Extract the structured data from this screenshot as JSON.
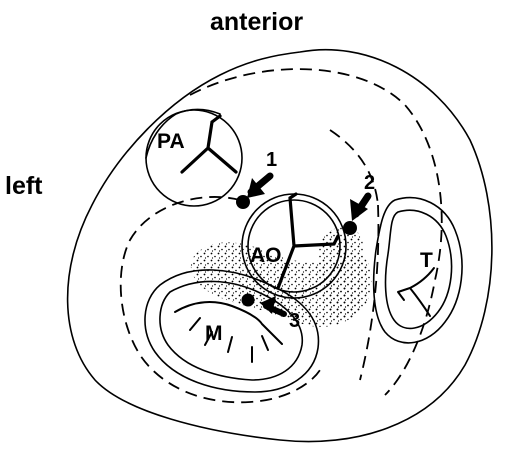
{
  "orientation": {
    "top": "anterior",
    "left": "left"
  },
  "structures": {
    "pulmonary_artery": "PA",
    "aorta": "AO",
    "mitral": "M",
    "tricuspid": "T"
  },
  "markers": [
    "1",
    "2",
    "3"
  ],
  "colors": {
    "ink": "#000000",
    "background": "#ffffff"
  }
}
